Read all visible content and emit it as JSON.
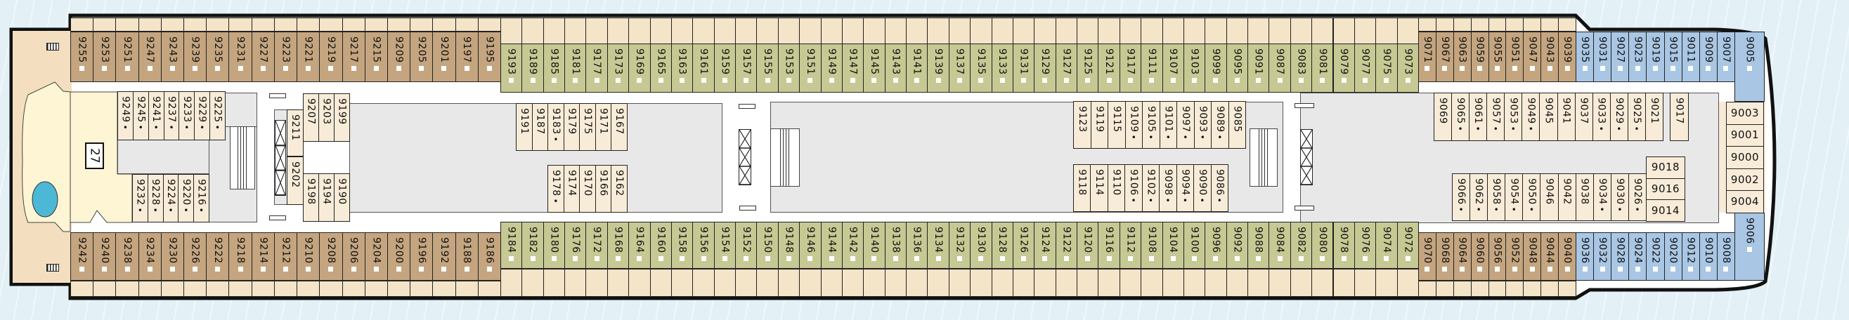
{
  "deck_plan": {
    "area_label": "27",
    "colors": {
      "sea": "#e3f1f7",
      "aft_forward_cabins": "#c4a57f",
      "midship_cabins": "#c6c993",
      "bow_cabins": "#a9c6e4",
      "inside_cabins": "#f8ecd8",
      "deck_area": "#f3dfbf",
      "pool_area": "#fdf5d3",
      "pool": "#4db8d6",
      "corridor": "#e8e8e8"
    },
    "cabin_groups": [
      {
        "id": "top_aft",
        "color": "#c4a57f",
        "marker": "square",
        "cabins": [
          "9255",
          "9253",
          "9251",
          "9247",
          "9243",
          "9239",
          "9235",
          "9231",
          "9227",
          "9223",
          "9221",
          "9219",
          "9217",
          "9215",
          "9209",
          "9205",
          "9201",
          "9197",
          "9195"
        ]
      },
      {
        "id": "top_mid",
        "color": "#c6c993",
        "marker": "square",
        "cabins": [
          "9193",
          "9189",
          "9185",
          "9181",
          "9177",
          "9173",
          "9169",
          "9165",
          "9163",
          "9161",
          "9159",
          "9157",
          "9155",
          "9153",
          "9151",
          "9149",
          "9147",
          "9145",
          "9143",
          "9141",
          "9139",
          "9137",
          "9135",
          "9133",
          "9131",
          "9129",
          "9127",
          "9125",
          "9121",
          "9117",
          "9111",
          "9107",
          "9103",
          "9099",
          "9095",
          "9091",
          "9087",
          "9083",
          "9081",
          "9079",
          "9077",
          "9075",
          "9073"
        ]
      },
      {
        "id": "top_fwd",
        "color": "#c4a57f",
        "marker": "square",
        "cabins": [
          "9071",
          "9067",
          "9063",
          "9059",
          "9055",
          "9051",
          "9047",
          "9043",
          "9039"
        ]
      },
      {
        "id": "top_bow",
        "color": "#a9c6e4",
        "marker": "square",
        "cabins": [
          "9035",
          "9031",
          "9027",
          "9023",
          "9019",
          "9015",
          "9011",
          "9009",
          "9007"
        ]
      },
      {
        "id": "bow_top_corner",
        "color": "#a9c6e4",
        "marker": "square",
        "cabins": [
          "9005"
        ]
      },
      {
        "id": "bottom_aft",
        "color": "#c4a57f",
        "marker": "square",
        "cabins": [
          "9242",
          "9240",
          "9238",
          "9234",
          "9230",
          "9226",
          "9222",
          "9218",
          "9214",
          "9212",
          "9210",
          "9208",
          "9206",
          "9204",
          "9200",
          "9196",
          "9192",
          "9188",
          "9186"
        ]
      },
      {
        "id": "bottom_mid",
        "color": "#c6c993",
        "marker": "square",
        "cabins": [
          "9184",
          "9182",
          "9180",
          "9176",
          "9172",
          "9168",
          "9164",
          "9160",
          "9158",
          "9156",
          "9154",
          "9152",
          "9150",
          "9148",
          "9146",
          "9144",
          "9142",
          "9140",
          "9138",
          "9136",
          "9134",
          "9132",
          "9130",
          "9128",
          "9126",
          "9124",
          "9122",
          "9120",
          "9116",
          "9112",
          "9108",
          "9104",
          "9100",
          "9096",
          "9092",
          "9088",
          "9084",
          "9082",
          "9080",
          "9078",
          "9076",
          "9074",
          "9072"
        ]
      },
      {
        "id": "bottom_fwd",
        "color": "#c4a57f",
        "marker": "square",
        "cabins": [
          "9070",
          "9068",
          "9064",
          "9060",
          "9056",
          "9052",
          "9048",
          "9044",
          "9040"
        ]
      },
      {
        "id": "bottom_bow",
        "color": "#a9c6e4",
        "marker": "square",
        "cabins": [
          "9036",
          "9032",
          "9028",
          "9024",
          "9022",
          "9020",
          "9012",
          "9010",
          "9008"
        ]
      },
      {
        "id": "bow_bottom_corner",
        "color": "#a9c6e4",
        "marker": "square",
        "cabins": [
          "9006"
        ]
      },
      {
        "id": "inner_aft_upper",
        "color": "#f8ecd8",
        "marker": "dot",
        "cabins": [
          "9249",
          "9245",
          "9241",
          "9237",
          "9233",
          "9229",
          "9225"
        ]
      },
      {
        "id": "inner_aft_lower",
        "color": "#f8ecd8",
        "marker": "dot",
        "cabins": [
          "9232",
          "9228",
          "9224",
          "9220",
          "9216"
        ]
      },
      {
        "id": "inner_elev_upper",
        "color": "#f8ecd8",
        "marker": "none",
        "cabins": [
          "9211"
        ]
      },
      {
        "id": "inner_elev_lower",
        "color": "#f8ecd8",
        "marker": "none",
        "cabins": [
          "9202"
        ]
      },
      {
        "id": "inner_b_upper",
        "color": "#f8ecd8",
        "marker": "none",
        "cabins": [
          "9207",
          "9203",
          "9199"
        ]
      },
      {
        "id": "inner_b_lower",
        "color": "#f8ecd8",
        "marker": "none",
        "cabins": [
          "9198",
          "9194",
          "9190"
        ]
      },
      {
        "id": "inner_c_upper",
        "color": "#f8ecd8",
        "marker": "mixed",
        "cabins": [
          "9191",
          "9187",
          "9183",
          "9179",
          "9175",
          "9171",
          "9167"
        ],
        "dots": [
          "9183"
        ]
      },
      {
        "id": "inner_c_lower",
        "color": "#f8ecd8",
        "marker": "mixed",
        "cabins": [
          "9178",
          "9174",
          "9170",
          "9166",
          "9162"
        ],
        "dots": [
          "9178"
        ]
      },
      {
        "id": "inner_d_upper",
        "color": "#f8ecd8",
        "marker": "mixed",
        "cabins": [
          "9123",
          "9119",
          "9115",
          "9109",
          "9105",
          "9101",
          "9097",
          "9093",
          "9089",
          "9085"
        ],
        "dots": [
          "9109",
          "9105",
          "9101",
          "9097",
          "9093",
          "9089"
        ]
      },
      {
        "id": "inner_d_lower",
        "color": "#f8ecd8",
        "marker": "mixed",
        "cabins": [
          "9118",
          "9114",
          "9110",
          "9106",
          "9102",
          "9098",
          "9094",
          "9090",
          "9086"
        ],
        "dots": [
          "9106",
          "9102",
          "9098",
          "9094",
          "9090",
          "9086"
        ]
      },
      {
        "id": "inner_e_upper",
        "color": "#f8ecd8",
        "marker": "mixed",
        "cabins": [
          "9069",
          "9065",
          "9061",
          "9057",
          "9053",
          "9049",
          "9045",
          "9041",
          "9037",
          "9033",
          "9029",
          "9025",
          "9021"
        ],
        "dots": [
          "9065",
          "9061",
          "9057",
          "9053",
          "9049",
          "9033",
          "9029",
          "9025"
        ]
      },
      {
        "id": "inner_e_single",
        "color": "#f8ecd8",
        "marker": "none",
        "cabins": [
          "9017"
        ]
      },
      {
        "id": "inner_e_lower",
        "color": "#f8ecd8",
        "marker": "mixed",
        "cabins": [
          "9066",
          "9062",
          "9058",
          "9054",
          "9050",
          "9046",
          "9042",
          "9038",
          "9034",
          "9030",
          "9026"
        ],
        "dots": [
          "9066",
          "9062",
          "9058",
          "9054",
          "9050",
          "9034",
          "9030",
          "9026"
        ]
      },
      {
        "id": "inner_e_stack",
        "color": "#f8ecd8",
        "marker": "none",
        "horizontal": true,
        "cabins": [
          "9018",
          "9016",
          "9014"
        ]
      },
      {
        "id": "bow_suites",
        "color": "#f8ecd8",
        "marker": "none",
        "horizontal": true,
        "cabins": [
          "9003",
          "9001",
          "9000",
          "9002",
          "9004"
        ]
      }
    ]
  }
}
